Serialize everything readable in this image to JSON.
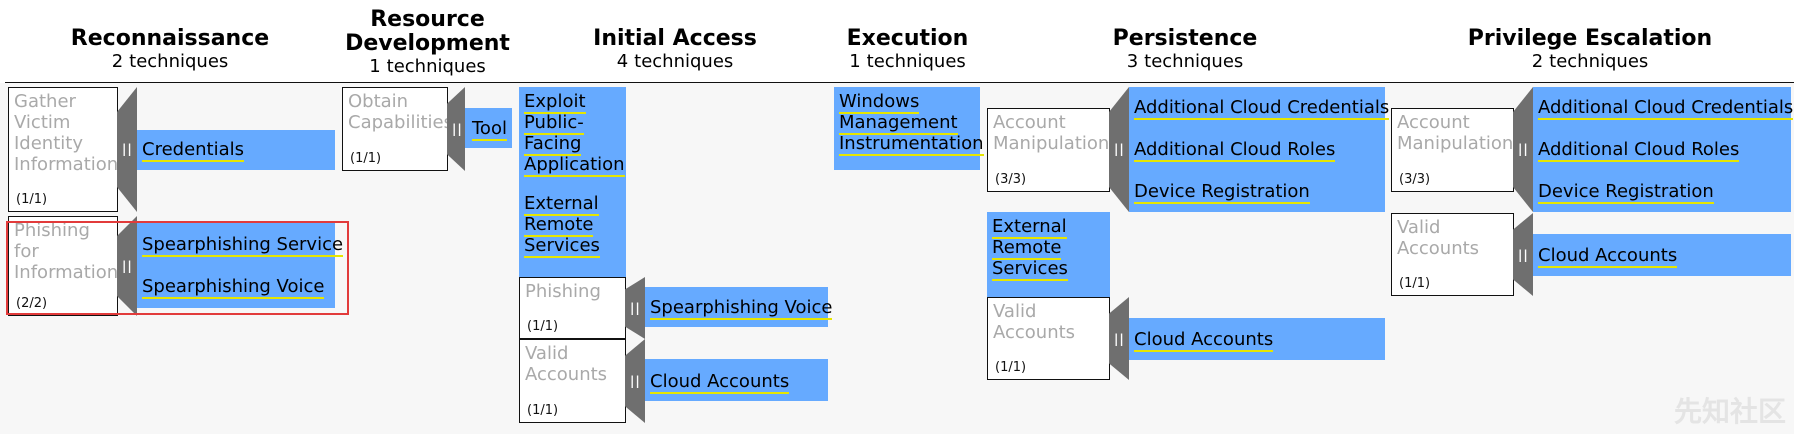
{
  "tactics": [
    {
      "name": "Reconnaissance",
      "count": "2",
      "unit": "techniques"
    },
    {
      "name": "Resource\nDevelopment",
      "count": "1",
      "unit": "techniques"
    },
    {
      "name": "Initial Access",
      "count": "4",
      "unit": "techniques"
    },
    {
      "name": "Execution",
      "count": "1",
      "unit": "techniques"
    },
    {
      "name": "Persistence",
      "count": "3",
      "unit": "techniques"
    },
    {
      "name": "Privilege Escalation",
      "count": "2",
      "unit": "techniques"
    }
  ],
  "recon": {
    "gather": {
      "name": "Gather Victim Identity Information",
      "count": "(1/1)",
      "subs": [
        "Credentials"
      ]
    },
    "phishing": {
      "name": "Phishing for Information",
      "count": "(2/2)",
      "subs": [
        "Spearphishing Service",
        "Spearphishing Voice"
      ]
    }
  },
  "resource": {
    "obtain": {
      "name": "Obtain Capabilities",
      "count": "(1/1)",
      "subs": [
        "Tool"
      ]
    }
  },
  "initial": {
    "exploit": "Exploit Public-Facing Application",
    "external": "External Remote Services",
    "phishing": {
      "name": "Phishing",
      "count": "(1/1)",
      "subs": [
        "Spearphishing Voice"
      ]
    },
    "valid": {
      "name": "Valid Accounts",
      "count": "(1/1)",
      "subs": [
        "Cloud Accounts"
      ]
    }
  },
  "execution": {
    "wmi": "Windows Management Instrumentation"
  },
  "persistence": {
    "account": {
      "name": "Account Manipulation",
      "count": "(3/3)",
      "subs": [
        "Additional Cloud Credentials",
        "Additional Cloud Roles",
        "Device Registration"
      ]
    },
    "external": "External Remote Services",
    "valid": {
      "name": "Valid Accounts",
      "count": "(1/1)",
      "subs": [
        "Cloud Accounts"
      ]
    }
  },
  "privesc": {
    "account": {
      "name": "Account Manipulation",
      "count": "(3/3)",
      "subs": [
        "Additional Cloud Credentials",
        "Additional Cloud Roles",
        "Device Registration"
      ]
    },
    "valid": {
      "name": "Valid Accounts",
      "count": "(1/1)",
      "subs": [
        "Cloud Accounts"
      ]
    }
  },
  "watermark": "先知社区",
  "colors": {
    "technique_fill": "#66aaff",
    "underline": "#e6e600",
    "handle": "#6f6f6f",
    "highlight": "#e23b3b"
  }
}
